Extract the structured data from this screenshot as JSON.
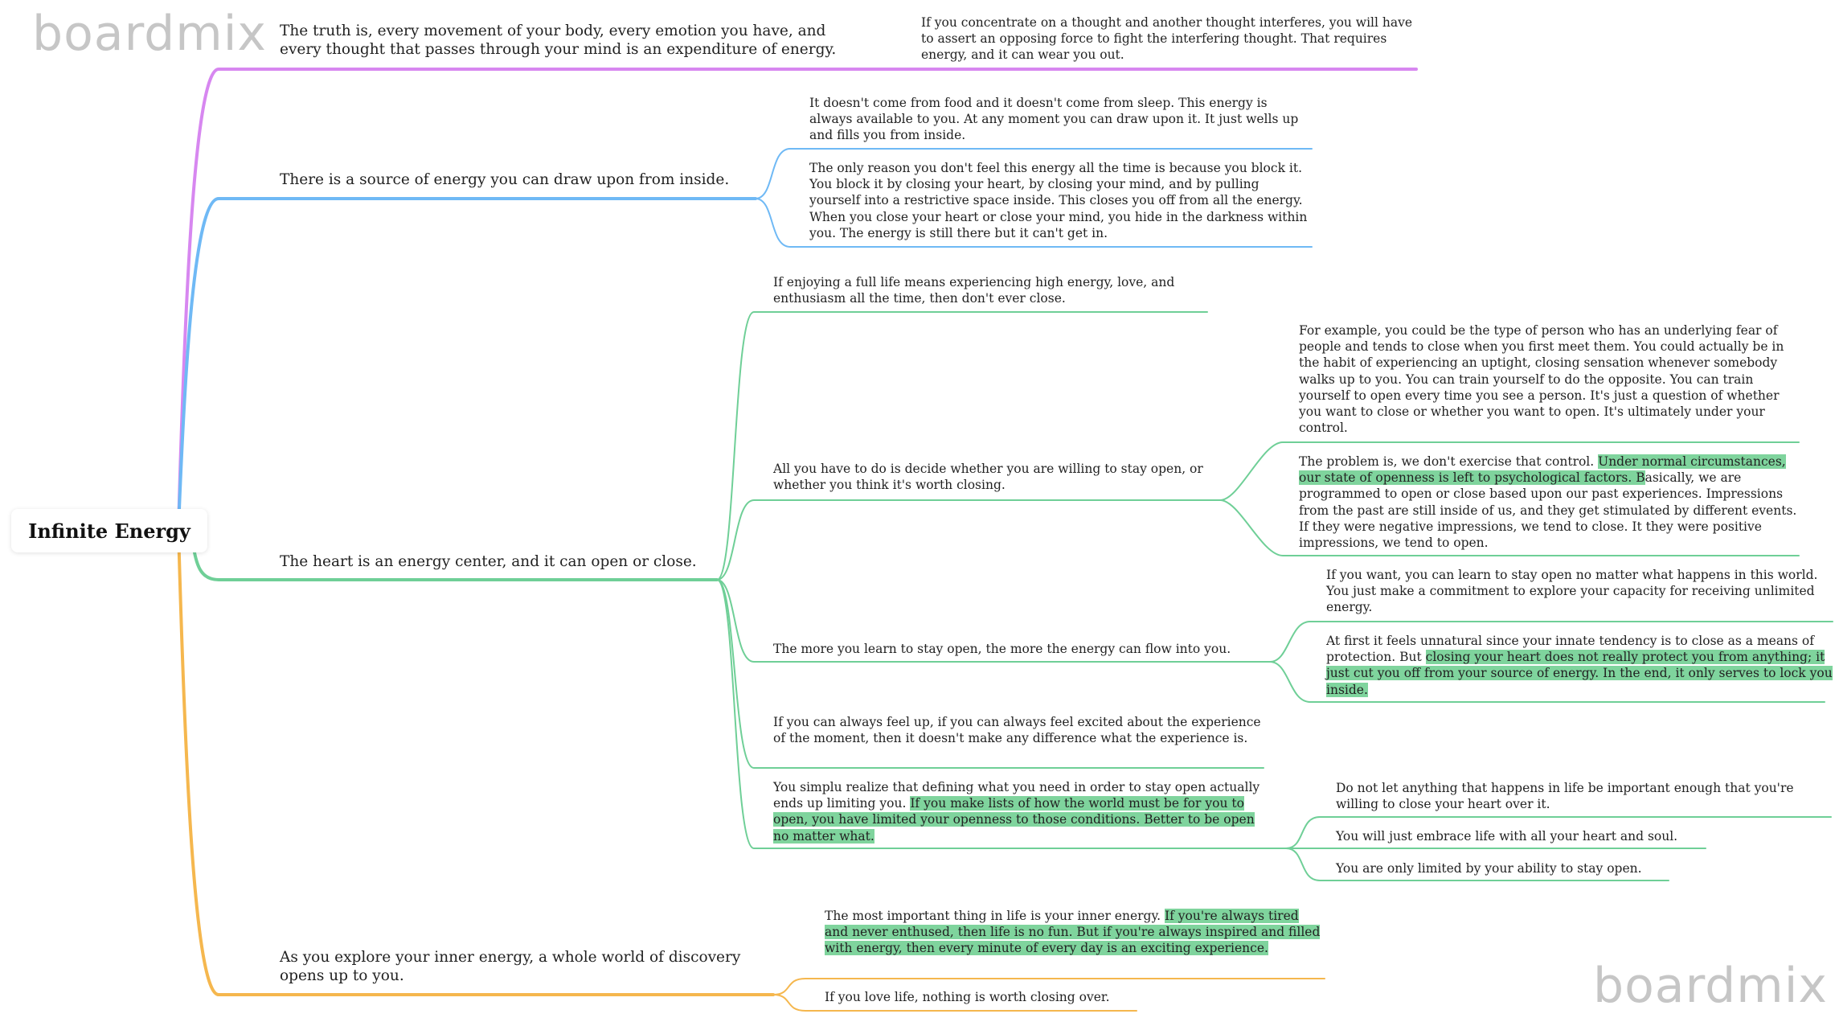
{
  "watermark": "boardmix",
  "colors": {
    "magenta": "#d787f0",
    "blue": "#6fb9f5",
    "green": "#6fcf97",
    "orange": "#f5b74e",
    "highlight": "#7fd49d"
  },
  "root": {
    "label": "Infinite Energy"
  },
  "branches": [
    {
      "color": "magenta",
      "text": "The truth is, every movement of your body, every emotion you have, and every thought that passes through your mind is an expenditure of energy.",
      "children": [
        {
          "parts": [
            {
              "text": "If you concentrate on a thought and another thought interferes, you will have to assert an opposing force to fight the interfering thought. That requires energy, and it can wear you out."
            }
          ]
        }
      ]
    },
    {
      "color": "blue",
      "text": "There is a source of energy you can draw upon from inside.",
      "children": [
        {
          "parts": [
            {
              "text": "It doesn't come from food and it doesn't come from sleep. This energy is always available to you. At any moment you can draw upon it. It just wells up and fills you from inside."
            }
          ]
        },
        {
          "parts": [
            {
              "text": "The only reason you don't feel this energy all the time is because you block it. You block it by closing your heart, by closing your mind, and by pulling yourself into a restrictive space inside. This closes you off from all the energy. When you close your heart or close your mind, you hide in the darkness within you. The energy is still there but it can't get in."
            }
          ]
        }
      ]
    },
    {
      "color": "green",
      "text": "The heart is an energy center, and it can open or close.",
      "children": [
        {
          "parts": [
            {
              "text": "If enjoying a full life means experiencing high energy, love, and enthusiasm all the time, then don't ever close."
            }
          ]
        },
        {
          "parts": [
            {
              "text": "All you have to do is decide whether you are willing to stay open, or whether you think it's worth closing."
            }
          ],
          "children": [
            {
              "parts": [
                {
                  "text": "For example, you could be the type of person who has an underlying fear of people and tends to close when you first meet them. You could actually be in the habit of experiencing an uptight, closing sensation whenever somebody walks up to you. You can train yourself to do the opposite. You can train yourself to open every time you see a person. It's just a question of whether you want to close or whether you want to open. It's ultimately under your control."
                }
              ]
            },
            {
              "parts": [
                {
                  "text": "The problem is, we don't exercise that control. "
                },
                {
                  "text": "Under normal circumstances, our state of openness is left to psychological factors. B",
                  "hl": true
                },
                {
                  "text": "asically, we are programmed to open or close based upon our past experiences. Impressions from the past are still inside of us, and they get stimulated by different events. If they were negative impressions, we tend to close. It they were positive impressions, we tend to open."
                }
              ]
            }
          ]
        },
        {
          "parts": [
            {
              "text": "The more you learn to stay open, the more the energy can flow into you."
            }
          ],
          "children": [
            {
              "parts": [
                {
                  "text": "If you want, you can learn to stay open no matter what happens in this world. You just make a commitment to explore your capacity for receiving unlimited energy."
                }
              ]
            },
            {
              "parts": [
                {
                  "text": "At first it feels unnatural since your innate tendency is to close as a means of protection. But "
                },
                {
                  "text": "closing your heart does not really protect you from anything; it just cut you off from your source of energy. In the end, it only serves to lock you inside.",
                  "hl": true
                }
              ]
            }
          ]
        },
        {
          "parts": [
            {
              "text": "If you can always feel up, if you can always feel excited about the experience of the moment, then it doesn't make any difference what the experience is."
            }
          ]
        },
        {
          "parts": [
            {
              "text": "You simplu realize that defining what you need in order to stay open actually ends up limiting you. "
            },
            {
              "text": "If you make lists of how the world must be for you to open, you have limited your openness to those conditions. Better to be open no matter what.",
              "hl": true
            }
          ],
          "children": [
            {
              "parts": [
                {
                  "text": "Do not let anything that happens in life be important enough that you're willing to close your heart over it."
                }
              ]
            },
            {
              "parts": [
                {
                  "text": "You will just embrace life with all your heart and soul."
                }
              ]
            },
            {
              "parts": [
                {
                  "text": "You are only limited by your ability to stay open."
                }
              ]
            }
          ]
        }
      ]
    },
    {
      "color": "orange",
      "text": "As you explore your inner energy, a whole world of discovery opens up to you.",
      "children": [
        {
          "parts": [
            {
              "text": "The most important thing in life is your inner energy. "
            },
            {
              "text": "If you're always tired and never enthused, then life is no fun. But if you're always inspired and filled with energy, then every minute of every day is an exciting experience.",
              "hl": true
            }
          ]
        },
        {
          "parts": [
            {
              "text": "If you love life, nothing is worth closing over."
            }
          ]
        }
      ]
    }
  ]
}
